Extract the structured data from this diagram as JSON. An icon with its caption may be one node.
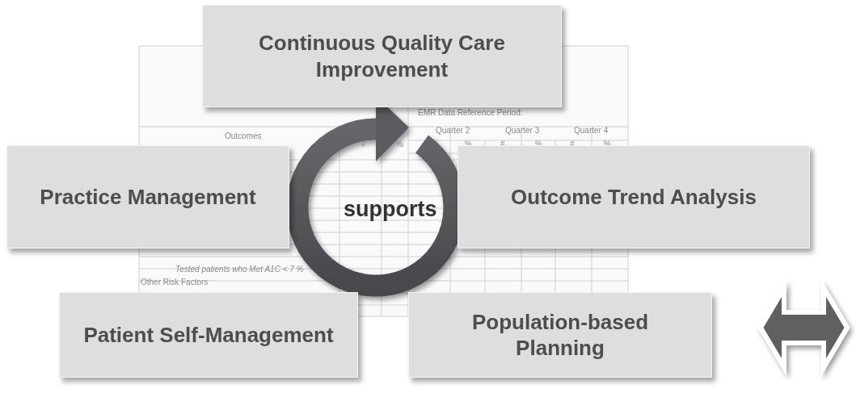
{
  "diagram": {
    "nodes": [
      {
        "text": [
          "Continuous Quality Care Improvement"
        ]
      },
      {
        "text": [
          "Practice Management"
        ]
      },
      {
        "text": [
          "supports"
        ]
      },
      {
        "text": [
          "Outcome Trend Analysis"
        ]
      },
      {
        "text": [
          "Patient Self-Management"
        ]
      },
      {
        "text": [
          "Population-based Planning"
        ]
      }
    ],
    "labels": [
      "EMR Data Reference Period:",
      "Quarter 2",
      "Quarter 3",
      "Quarter 4",
      "Outcomes",
      "#",
      "%",
      "%",
      "#",
      "%",
      "#",
      "%",
      "Tested patients who Met A1C < 7 %",
      "Other Risk Factors"
    ]
  }
}
